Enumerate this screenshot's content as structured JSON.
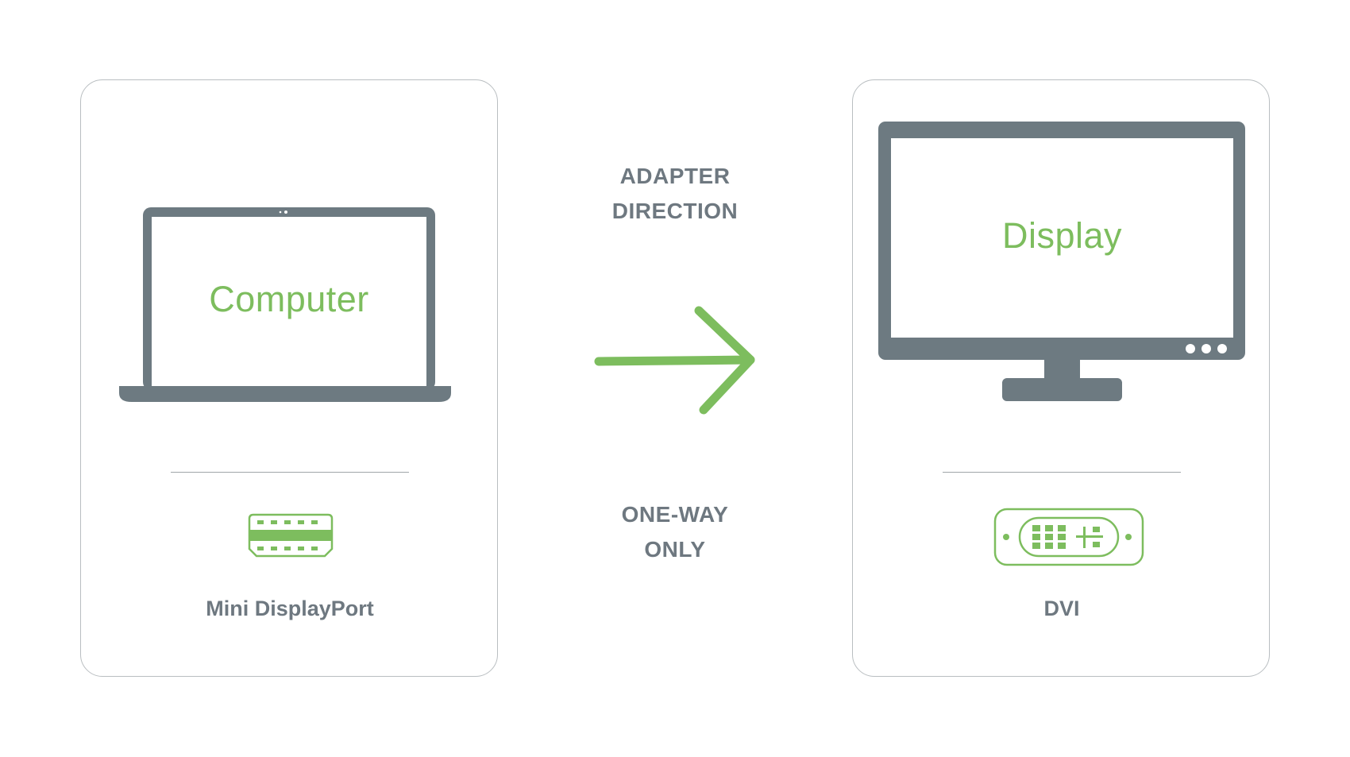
{
  "colors": {
    "device_gray": "#6d7a81",
    "accent_green": "#7dbd5e",
    "card_border": "#b9bec1",
    "label_gray": "#6e7880"
  },
  "source": {
    "device_label": "Computer",
    "port_name": "Mini DisplayPort",
    "device_icon": "laptop-icon",
    "port_icon": "mini-displayport-icon"
  },
  "center": {
    "direction_lines": [
      "ADAPTER",
      "DIRECTION"
    ],
    "oneway_lines": [
      "ONE-WAY",
      "ONLY"
    ],
    "arrow_icon": "right-arrow-icon"
  },
  "target": {
    "device_label": "Display",
    "port_name": "DVI",
    "device_icon": "monitor-icon",
    "port_icon": "dvi-icon"
  }
}
